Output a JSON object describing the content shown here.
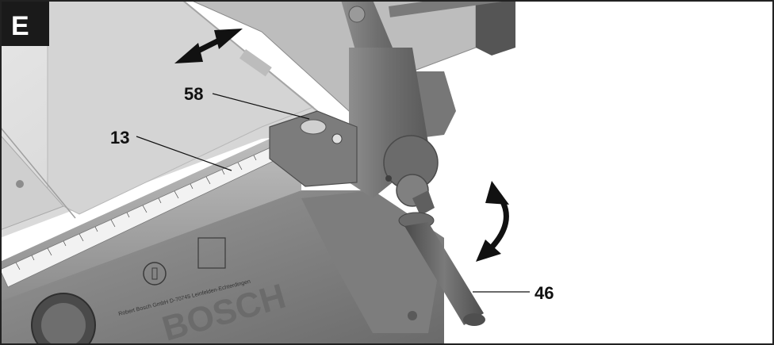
{
  "figure": {
    "badge": "E",
    "callouts": [
      {
        "id": "58",
        "label": "58"
      },
      {
        "id": "13",
        "label": "13"
      },
      {
        "id": "46",
        "label": "46"
      }
    ],
    "machine_brand": "BOSCH",
    "housing_text": "Robert Bosch GmbH D-70745 Leinfelden-Echterdingen"
  },
  "colors": {
    "frame": "#222222",
    "badge_bg": "#1a1a1a",
    "table_top": "#dcdcdc",
    "metal_dark": "#5f5f5f",
    "metal_mid": "#8a8a8a",
    "scale_bg": "#f2f2f2"
  }
}
